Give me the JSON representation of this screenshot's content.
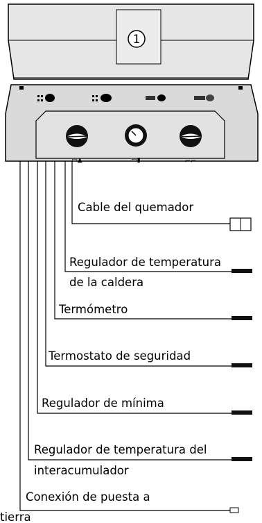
{
  "panel": {
    "number_badge": "1",
    "knob_icons": [
      "thermostat-knob-icon",
      "thermometer-dial-icon",
      "hot-water-knob-icon"
    ]
  },
  "labels": {
    "burner_cable": "Cable del quemador",
    "boiler_temp_regulator_l1": "Regulador de temperatura",
    "boiler_temp_regulator_l2": "de la caldera",
    "thermometer": "Termómetro",
    "safety_thermostat": "Termostato  de seguridad",
    "minimum_regulator": "Regulador de mínima",
    "acc_temp_regulator_l1": "Regulador de temperatura del",
    "acc_temp_regulator_l2": "interacumulador",
    "ground_connection_l1": "Conexión de puesta a",
    "ground_connection_l2": "tierra"
  }
}
